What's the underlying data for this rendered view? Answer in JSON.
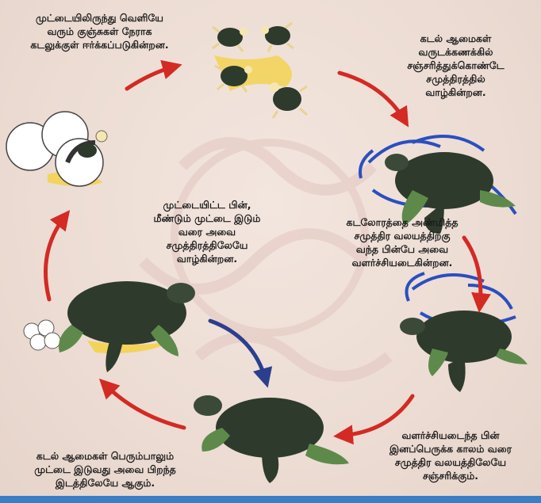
{
  "captions": {
    "hatchlings": "முட்டையிலிருந்து வெளியே\nவரும் குஞ்சுகள் நேராக\nகடலுக்குள் ஈர்க்கப்படுகின்றன.",
    "ocean_swim": "கடல் ஆமைகள்\nவருடக்கணக்கில்\nசஞ்சரித்துக்கொண்டே\nசமுத்திரத்தில்\nவாழ்கின்றன.",
    "coastal_growth": "கடலோரத்தை அண்மித்த\nசமுத்திர வலயத்திற்கு\nவந்த பின்பே அவை\nவளர்ச்சியடைகின்றன.",
    "return_to_sea": "முட்டையிட்ட பின்,\nமீண்டும் முட்டை இடும்\nவரை அவை\nசமுத்திரத்திலேயே\nவாழ்கின்றன.",
    "breeding": "வளர்ச்சியடைந்த பின்\nஇனப்பெருக்க காலம் வரை\nசமுத்திர வலயத்திலேயே\nசஞ்சரிக்கும்.",
    "nesting": "கடல் ஆமைகள் பெரும்பாலும்\nமுட்டை இடுவது அவை பிறந்த\nஇடத்திலேயே ஆகும்."
  },
  "colors": {
    "arrow_red": "#d42a24",
    "arrow_blue": "#2b3f8f",
    "turtle_shell": "#2e3a2c",
    "turtle_flipper": "#5d8a4a",
    "water_blue": "#2a4fbf",
    "sand_yellow": "#f3d24a"
  }
}
